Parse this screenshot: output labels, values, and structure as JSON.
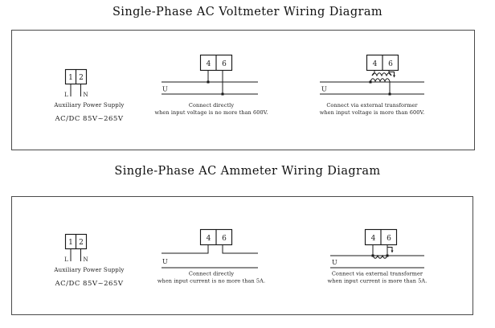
{
  "colors": {
    "line": "#1a1a1a",
    "border": "#4a4a4a",
    "background": "#ffffff"
  },
  "voltmeter": {
    "title": "Single-Phase AC Voltmeter Wiring Diagram",
    "aux": {
      "t1": "1",
      "t2": "2",
      "l": "L",
      "n": "N",
      "caption": "Auxiliary Power Supply",
      "rating": "AC/DC  85V~265V"
    },
    "direct": {
      "t4": "4",
      "t6": "6",
      "u": "U",
      "caption1": "Connect directly",
      "caption2": "when input voltage is no more than 600V."
    },
    "external": {
      "t4": "4",
      "t6": "6",
      "u": "U",
      "caption1": "Connect via external transformer",
      "caption2": "when input voltage is more than 600V."
    }
  },
  "ammeter": {
    "title": "Single-Phase AC Ammeter Wiring Diagram",
    "aux": {
      "t1": "1",
      "t2": "2",
      "l": "L",
      "n": "N",
      "caption": "Auxiliary Power Supply",
      "rating": "AC/DC  85V~265V"
    },
    "direct": {
      "t4": "4",
      "t6": "6",
      "u": "U",
      "caption1": "Connect directly",
      "caption2": "when input current is no more than 5A."
    },
    "external": {
      "t4": "4",
      "t6": "6",
      "u": "U",
      "caption1": "Connect via external transformer",
      "caption2": "when input current is more than 5A."
    }
  }
}
